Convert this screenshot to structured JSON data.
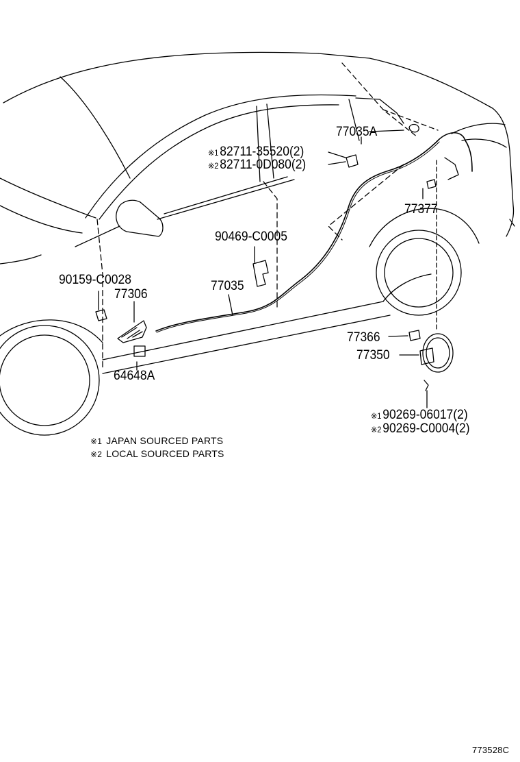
{
  "diagram": {
    "drawing_number": "773528C",
    "notes": {
      "note1": {
        "mark": "※1",
        "text": "JAPAN SOURCED PARTS"
      },
      "note2": {
        "mark": "※2",
        "text": "LOCAL SOURCED PARTS"
      }
    },
    "parts": {
      "p77035A": "77035A",
      "p82711_1": {
        "mark": "※1",
        "number": "82711-35520(2)"
      },
      "p82711_2": {
        "mark": "※2",
        "number": "82711-0D080(2)"
      },
      "p77377": "77377",
      "p90469": "90469-C0005",
      "p90159": "90159-C0028",
      "p77306": "77306",
      "p77035": "77035",
      "p64648A": "64648A",
      "p77366": "77366",
      "p77350": "77350",
      "p90269_1": {
        "mark": "※1",
        "number": "90269-06017(2)"
      },
      "p90269_2": {
        "mark": "※2",
        "number": "90269-C0004(2)"
      }
    }
  }
}
